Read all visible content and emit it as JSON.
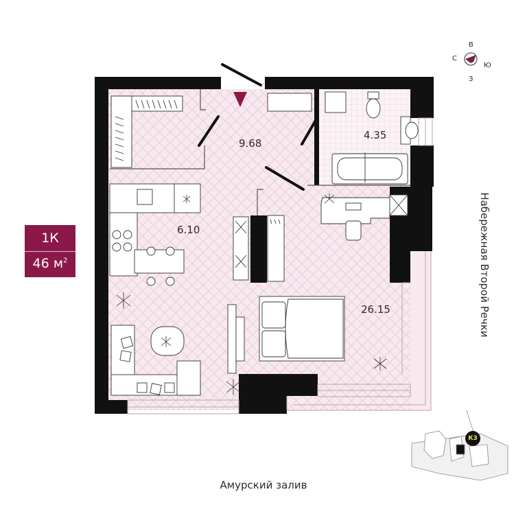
{
  "apartment": {
    "type": "1К",
    "area": "46 м",
    "area_unit_sup": "2",
    "accent_color": "#8a1849"
  },
  "rooms": {
    "hall": "9.68",
    "kitchen": "6.10",
    "bathroom": "4.35",
    "living": "26.15"
  },
  "streets": {
    "east": "Набережная Второй Речки",
    "south": "Амурский залив"
  },
  "compass": {
    "north": "С",
    "east": "В",
    "south": "Ю",
    "west": "З"
  },
  "site_plan": {
    "building_label": "К3"
  }
}
